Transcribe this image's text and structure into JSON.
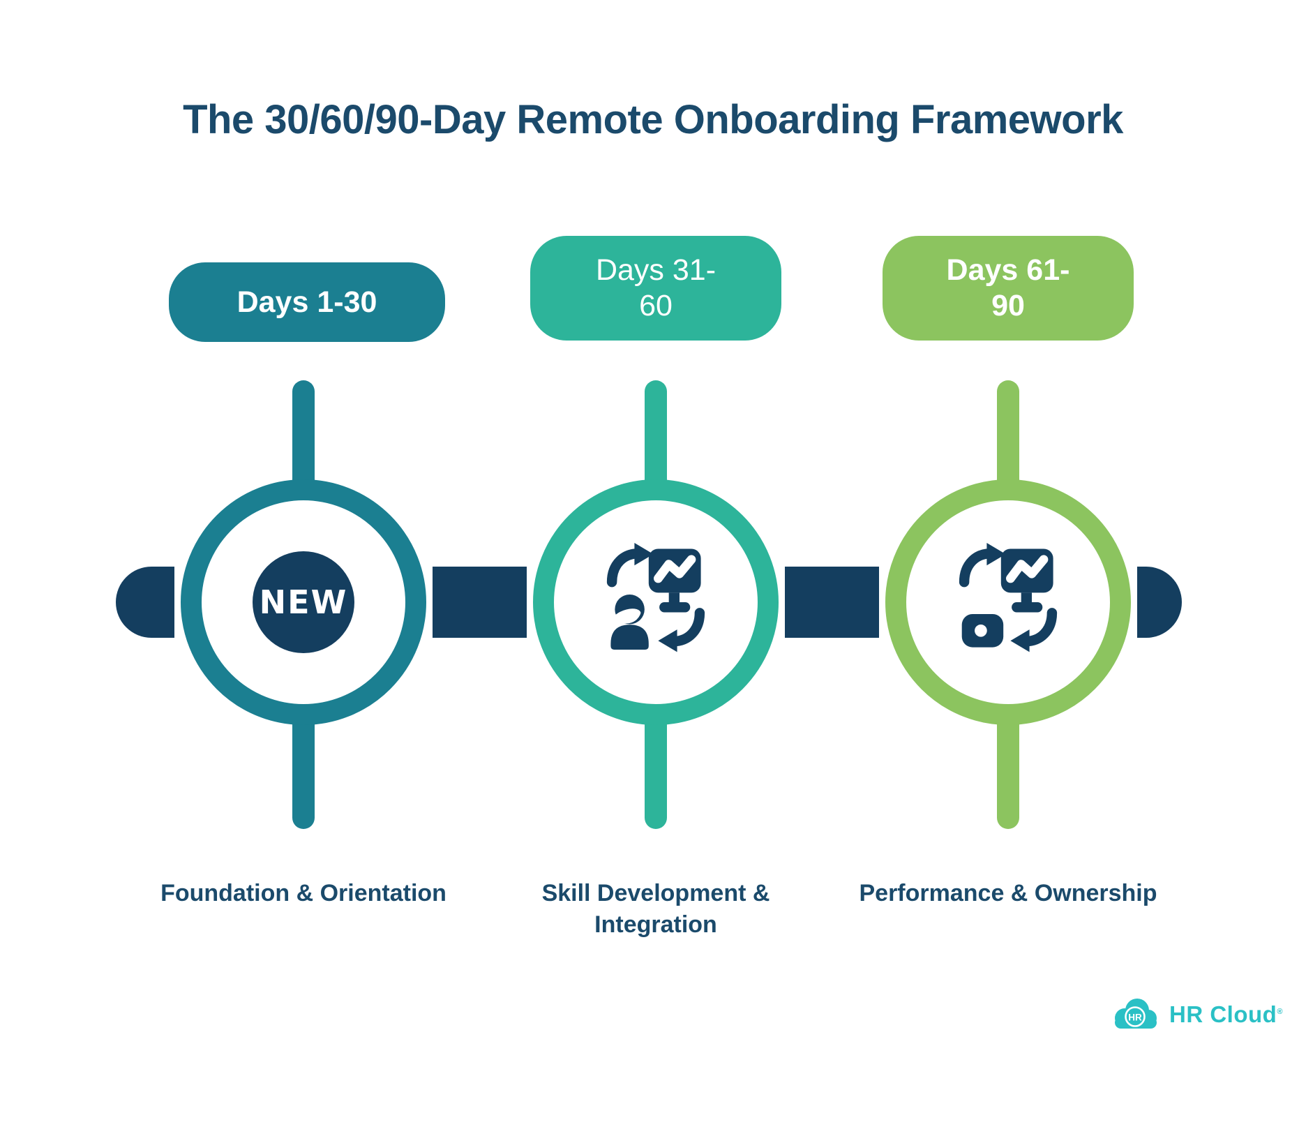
{
  "title": "The 30/60/90-Day Remote Onboarding Framework",
  "colors": {
    "navy_text": "#1b4a6b",
    "navy_graphic": "#143e5f",
    "white": "#ffffff",
    "logo_cyan": "#2ac0c5"
  },
  "stages": [
    {
      "pill_label": "Days 1-30",
      "pill_lines": {
        "0": "Days 1-30"
      },
      "color": "#1b7f91",
      "badge_text": "NEW",
      "icon": "new-hire-badge-icon",
      "label": "Foundation & Orientation",
      "label_lines": {
        "0": "Foundation & Orientation"
      }
    },
    {
      "pill_label": "Days 31-60",
      "pill_lines": {
        "0": "Days 31-",
        "1": "60"
      },
      "color": "#2db49a",
      "icon": "person-screen-exchange-icon",
      "label": "Skill Development & Integration",
      "label_lines": {
        "0": "Skill Development &",
        "1": "Integration"
      }
    },
    {
      "pill_label": "Days 61-90",
      "pill_lines": {
        "0": "Days 61-",
        "1": "90"
      },
      "color": "#8cc45f",
      "icon": "device-screen-exchange-icon",
      "label": "Performance & Ownership",
      "label_lines": {
        "0": "Performance & Ownership"
      }
    }
  ],
  "logo": {
    "monogram": "HR",
    "wordmark": "HR Cloud",
    "trademark": "®"
  }
}
